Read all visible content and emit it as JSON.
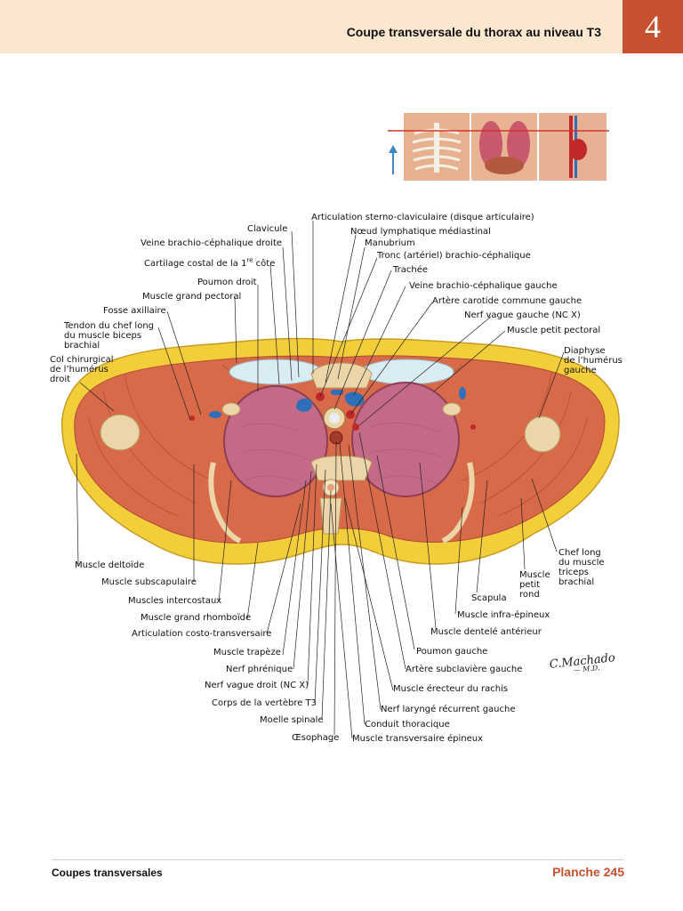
{
  "header": {
    "title": "Coupe transversale du thorax au niveau T3",
    "chapter_number": "4"
  },
  "labels": {
    "clavicule": "Clavicule",
    "articulation_sterno": "Articulation sterno-claviculaire (disque articulaire)",
    "noeud": "Nœud lymphatique médiastinal",
    "veine_bc_droite": "Veine brachio-céphalique droite",
    "manubrium": "Manubrium",
    "cartilage_prefix": "Cartilage costal de la 1",
    "cartilage_sup": "re",
    "cartilage_suffix": " côte",
    "tronc": "Tronc (artériel) brachio-céphalique",
    "trachee": "Trachée",
    "poumon_droit": "Poumon droit",
    "veine_bc_gauche": "Veine brachio-céphalique gauche",
    "grand_pectoral": "Muscle grand pectoral",
    "carotide": "Artère carotide commune gauche",
    "fosse_axillaire": "Fosse axillaire",
    "nerf_vague_gauche": "Nerf vague gauche (NC X)",
    "tendon_1": "Tendon du chef long",
    "tendon_2": "du muscle biceps",
    "tendon_3": "brachial",
    "petit_pectoral": "Muscle petit pectoral",
    "col_1": "Col chirurgical",
    "col_2": "de l’humérus",
    "col_3": "droit",
    "diaphyse_1": "Diaphyse",
    "diaphyse_2": "de l’humérus",
    "diaphyse_3": "gauche",
    "chef_long_1": "Chef long",
    "chef_long_2": "du muscle",
    "chef_long_3": "triceps",
    "chef_long_4": "brachial",
    "deltoide": "Muscle deltoïde",
    "petit_rond_1": "Muscle",
    "petit_rond_2": "petit",
    "petit_rond_3": "rond",
    "subscapulaire": "Muscle subscapulaire",
    "scapula": "Scapula",
    "intercostaux": "Muscles intercostaux",
    "infra_epineux": "Muscle infra-épineux",
    "grand_rhomboide": "Muscle grand rhomboïde",
    "articulation_costo": "Articulation costo-transversaire",
    "dentele": "Muscle dentelé antérieur",
    "poumon_gauche": "Poumon gauche",
    "trapeze": "Muscle trapèze",
    "subclaviere": "Artère subclavière gauche",
    "phrenique": "Nerf phrénique",
    "nerf_vague_droit": "Nerf vague droit (NC X)",
    "erecteur": "Muscle érecteur du rachis",
    "corps_vertebre": "Corps de la vertèbre T3",
    "laryngee": "Nerf laryngé récurrent gauche",
    "moelle": "Moelle spinale",
    "conduit": "Conduit thoracique",
    "oesophage": "Œsophage",
    "transversaire": "Muscle transversaire épineux"
  },
  "signature": {
    "name": "C.Machado",
    "suffix": "— M.D."
  },
  "footer": {
    "section": "Coupes transversales",
    "plate": "Planche 245"
  },
  "colors": {
    "header_bg": "#fbe6cf",
    "accent": "#c7512f",
    "fat": "#f2cf3a",
    "muscle": "#d86a4a",
    "lung": "#c46a86",
    "bone": "#ecd6a9",
    "vein": "#2f6fb8",
    "artery": "#c0282a"
  }
}
